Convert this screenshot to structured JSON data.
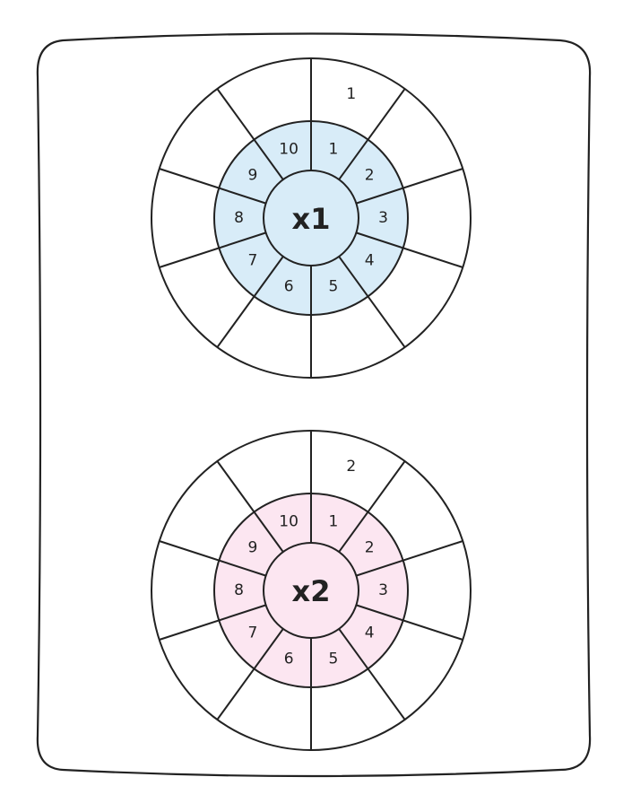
{
  "colors": {
    "stroke": "#222222",
    "background": "#ffffff"
  },
  "wheels": [
    {
      "name": "x1",
      "center_label": "x1",
      "fill": "#d8ecf8",
      "inner_numbers": [
        "1",
        "2",
        "3",
        "4",
        "5",
        "6",
        "7",
        "8",
        "9",
        "10"
      ],
      "outer_answers": [
        "1",
        "",
        "",
        "",
        "",
        "",
        "",
        "",
        "",
        ""
      ]
    },
    {
      "name": "x2",
      "center_label": "x2",
      "fill": "#fce6f1",
      "inner_numbers": [
        "1",
        "2",
        "3",
        "4",
        "5",
        "6",
        "7",
        "8",
        "9",
        "10"
      ],
      "outer_answers": [
        "2",
        "",
        "",
        "",
        "",
        "",
        "",
        "",
        "",
        ""
      ]
    }
  ]
}
